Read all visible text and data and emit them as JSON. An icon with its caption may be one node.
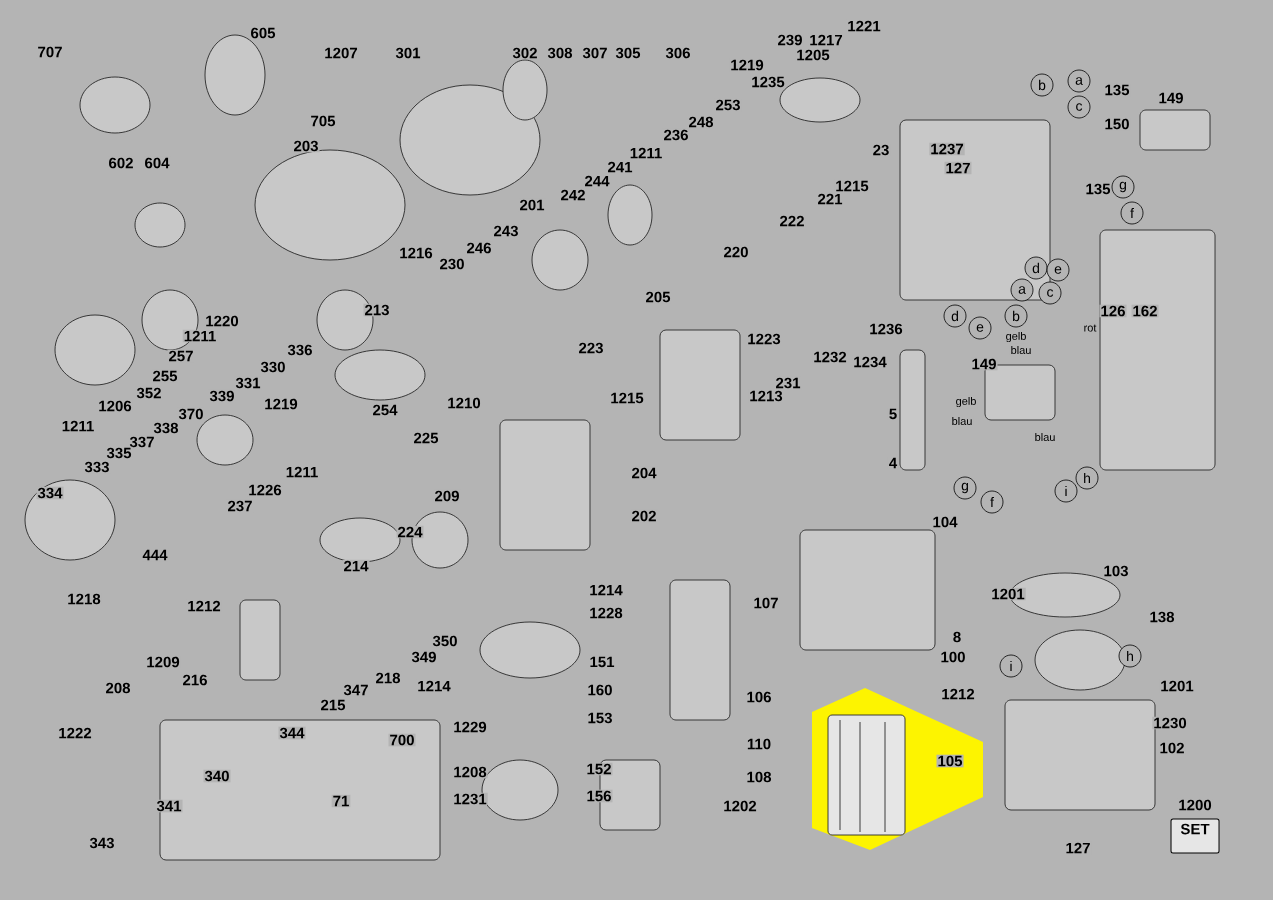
{
  "diagram": {
    "labels": [
      "707",
      "605",
      "705",
      "1207",
      "301",
      "302",
      "308",
      "307",
      "305",
      "306",
      "239",
      "1217",
      "1221",
      "1219",
      "1205",
      "1235",
      "253",
      "248",
      "236",
      "1211",
      "203",
      "602",
      "604",
      "201",
      "241",
      "244",
      "242",
      "23",
      "1237",
      "127",
      "1215",
      "221",
      "222",
      "220",
      "135",
      "149",
      "150",
      "135",
      "b",
      "a",
      "c",
      "g",
      "f",
      "d",
      "e",
      "a",
      "c",
      "b",
      "gelb",
      "blau",
      "rot",
      "126",
      "162",
      "1216",
      "230",
      "246",
      "243",
      "213",
      "205",
      "1236",
      "d",
      "e",
      "1220",
      "1211",
      "257",
      "255",
      "352",
      "1206",
      "1211",
      "336",
      "330",
      "331",
      "339",
      "1219",
      "370",
      "338",
      "337",
      "335",
      "333",
      "334",
      "223",
      "1223",
      "1232",
      "1234",
      "231",
      "1215",
      "1213",
      "254",
      "1210",
      "225",
      "149",
      "5",
      "gelb",
      "blau",
      "blau",
      "4",
      "g",
      "f",
      "i",
      "h",
      "209",
      "1211",
      "1226",
      "237",
      "204",
      "202",
      "224",
      "104",
      "444",
      "1218",
      "214",
      "1212",
      "1214",
      "1228",
      "107",
      "103",
      "1201",
      "138",
      "8",
      "100",
      "i",
      "h",
      "1201",
      "1209",
      "208",
      "216",
      "215",
      "347",
      "218",
      "349",
      "350",
      "151",
      "160",
      "153",
      "1214",
      "1229",
      "106",
      "1212",
      "105",
      "1230",
      "102",
      "1222",
      "344",
      "340",
      "110",
      "108",
      "1202",
      "1208",
      "152",
      "1231",
      "156",
      "71",
      "700",
      "341",
      "343",
      "1200",
      "SET",
      "127"
    ]
  }
}
